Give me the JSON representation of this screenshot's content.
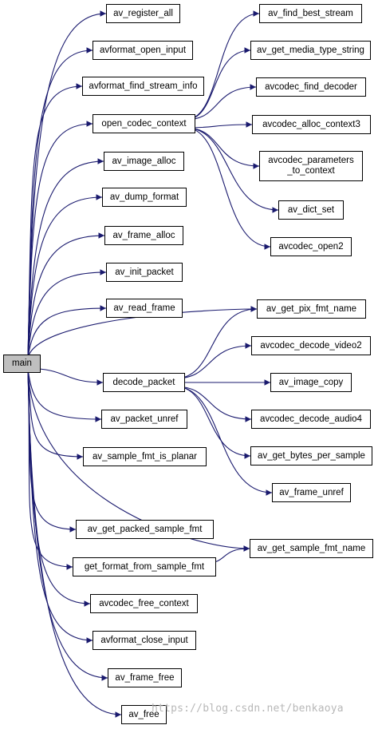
{
  "colors": {
    "edge": "#1a1a6e",
    "node_border": "#000000",
    "root_fill": "#bfbfbf",
    "node_fill": "#ffffff"
  },
  "nodes": {
    "main": "main",
    "av_register_all": "av_register_all",
    "avformat_open_input": "avformat_open_input",
    "avformat_find_stream_info": "avformat_find_stream_info",
    "open_codec_context": "open_codec_context",
    "av_image_alloc": "av_image_alloc",
    "av_dump_format": "av_dump_format",
    "av_frame_alloc": "av_frame_alloc",
    "av_init_packet": "av_init_packet",
    "av_read_frame": "av_read_frame",
    "decode_packet": "decode_packet",
    "av_packet_unref": "av_packet_unref",
    "av_sample_fmt_is_planar": "av_sample_fmt_is_planar",
    "av_get_packed_sample_fmt": "av_get_packed_sample_fmt",
    "get_format_from_sample_fmt": "get_format_from_sample_fmt",
    "avcodec_free_context": "avcodec_free_context",
    "avformat_close_input": "avformat_close_input",
    "av_frame_free": "av_frame_free",
    "av_free": "av_free",
    "av_find_best_stream": "av_find_best_stream",
    "av_get_media_type_string": "av_get_media_type_string",
    "avcodec_find_decoder": "avcodec_find_decoder",
    "avcodec_alloc_context3": "avcodec_alloc_context3",
    "avcodec_parameters_to_context": "avcodec_parameters\n_to_context",
    "av_dict_set": "av_dict_set",
    "avcodec_open2": "avcodec_open2",
    "av_get_pix_fmt_name": "av_get_pix_fmt_name",
    "avcodec_decode_video2": "avcodec_decode_video2",
    "av_image_copy": "av_image_copy",
    "avcodec_decode_audio4": "avcodec_decode_audio4",
    "av_get_bytes_per_sample": "av_get_bytes_per_sample",
    "av_frame_unref": "av_frame_unref",
    "av_get_sample_fmt_name": "av_get_sample_fmt_name"
  },
  "edges": [
    [
      "main",
      "av_register_all"
    ],
    [
      "main",
      "avformat_open_input"
    ],
    [
      "main",
      "avformat_find_stream_info"
    ],
    [
      "main",
      "open_codec_context"
    ],
    [
      "main",
      "av_image_alloc"
    ],
    [
      "main",
      "av_dump_format"
    ],
    [
      "main",
      "av_frame_alloc"
    ],
    [
      "main",
      "av_init_packet"
    ],
    [
      "main",
      "av_read_frame"
    ],
    [
      "main",
      "av_get_pix_fmt_name"
    ],
    [
      "main",
      "decode_packet"
    ],
    [
      "main",
      "av_packet_unref"
    ],
    [
      "main",
      "av_sample_fmt_is_planar"
    ],
    [
      "main",
      "av_get_packed_sample_fmt"
    ],
    [
      "main",
      "get_format_from_sample_fmt"
    ],
    [
      "main",
      "av_get_sample_fmt_name"
    ],
    [
      "main",
      "avcodec_free_context"
    ],
    [
      "main",
      "avformat_close_input"
    ],
    [
      "main",
      "av_frame_free"
    ],
    [
      "main",
      "av_free"
    ],
    [
      "open_codec_context",
      "av_find_best_stream"
    ],
    [
      "open_codec_context",
      "av_get_media_type_string"
    ],
    [
      "open_codec_context",
      "avcodec_find_decoder"
    ],
    [
      "open_codec_context",
      "avcodec_alloc_context3"
    ],
    [
      "open_codec_context",
      "avcodec_parameters_to_context"
    ],
    [
      "open_codec_context",
      "av_dict_set"
    ],
    [
      "open_codec_context",
      "avcodec_open2"
    ],
    [
      "decode_packet",
      "av_get_pix_fmt_name"
    ],
    [
      "decode_packet",
      "avcodec_decode_video2"
    ],
    [
      "decode_packet",
      "av_image_copy"
    ],
    [
      "decode_packet",
      "avcodec_decode_audio4"
    ],
    [
      "decode_packet",
      "av_get_bytes_per_sample"
    ],
    [
      "decode_packet",
      "av_frame_unref"
    ],
    [
      "get_format_from_sample_fmt",
      "av_get_sample_fmt_name"
    ]
  ],
  "watermark": "https://blog.csdn.net/benkaoya"
}
